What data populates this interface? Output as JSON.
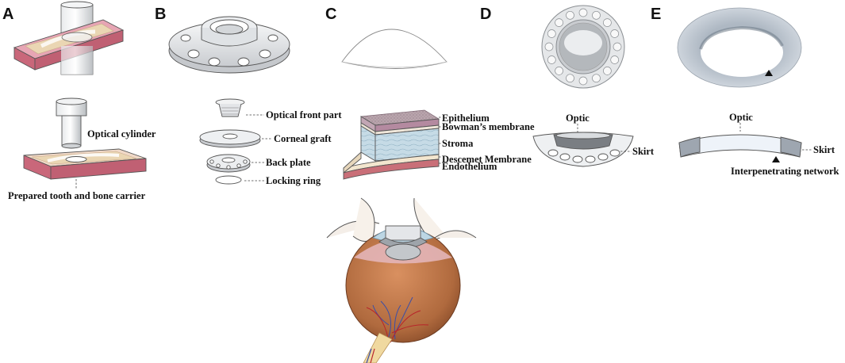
{
  "panels": {
    "A": {
      "letter": "A",
      "labels": {
        "optical_cylinder": "Optical cylinder",
        "carrier": "Prepared tooth and bone carrier"
      }
    },
    "B": {
      "letter": "B",
      "labels": {
        "optical_front_part": "Optical front part",
        "corneal_graft": "Corneal graft",
        "back_plate": "Back plate",
        "locking_ring": "Locking ring"
      }
    },
    "C": {
      "letter": "C",
      "labels": {
        "epithelium": "Epithelium",
        "bowmans": "Bowman’s membrane",
        "stroma": "Stroma",
        "descemet": "Descemet Membrane",
        "endothelium": "Endothelium"
      }
    },
    "D": {
      "letter": "D",
      "labels": {
        "optic": "Optic",
        "skirt": "Skirt"
      }
    },
    "E": {
      "letter": "E",
      "labels": {
        "optic": "Optic",
        "skirt": "Skirt",
        "interpenetrating": "Interpenetrating network"
      }
    }
  },
  "colors": {
    "tissue_pink": "#c9677a",
    "bone_tan": "#ead6b3",
    "cornea_blue": "#bcd6e4",
    "eye_brown": "#b06a3e",
    "device_gray": "#d9dbdd"
  }
}
